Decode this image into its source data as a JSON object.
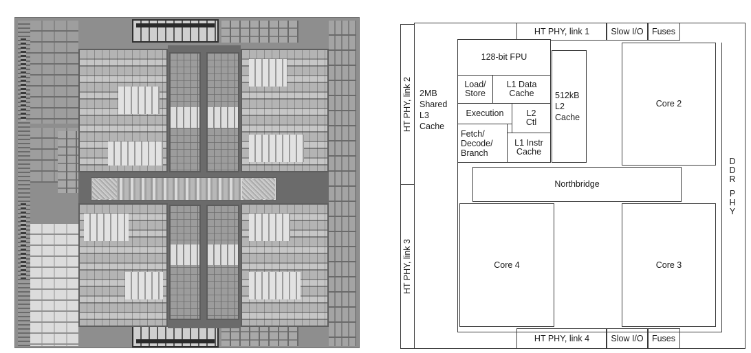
{
  "figure": {
    "left_panel": {
      "type": "die-photograph",
      "description": "Quad-core processor die micrograph (grayscale)"
    },
    "right_panel": {
      "type": "floorplan-diagram",
      "blocks": {
        "ht_phy_link1": "HT PHY, link 1",
        "ht_phy_link2": "HT PHY, link 2",
        "ht_phy_link3": "HT PHY, link 3",
        "ht_phy_link4": "HT PHY, link 4",
        "slow_io_top": "Slow I/O",
        "slow_io_bottom": "Slow I/O",
        "fuses_top": "Fuses",
        "fuses_bottom": "Fuses",
        "l3_cache": "2MB\nShared\nL3\nCache",
        "fpu": "128-bit FPU",
        "load_store": "Load/\nStore",
        "l1_data_cache": "L1 Data\nCache",
        "execution": "Execution",
        "l2_ctl": "L2\nCtl",
        "fetch_decode_branch": "Fetch/\nDecode/\nBranch",
        "l1_instr_cache": "L1 Instr\nCache",
        "l2_cache": "512kB\nL2\nCache",
        "core2": "Core 2",
        "core3": "Core 3",
        "core4": "Core 4",
        "northbridge": "Northbridge",
        "ddr_phy_letters": [
          "D",
          "D",
          "R",
          "",
          "P",
          "H",
          "Y"
        ]
      }
    }
  }
}
